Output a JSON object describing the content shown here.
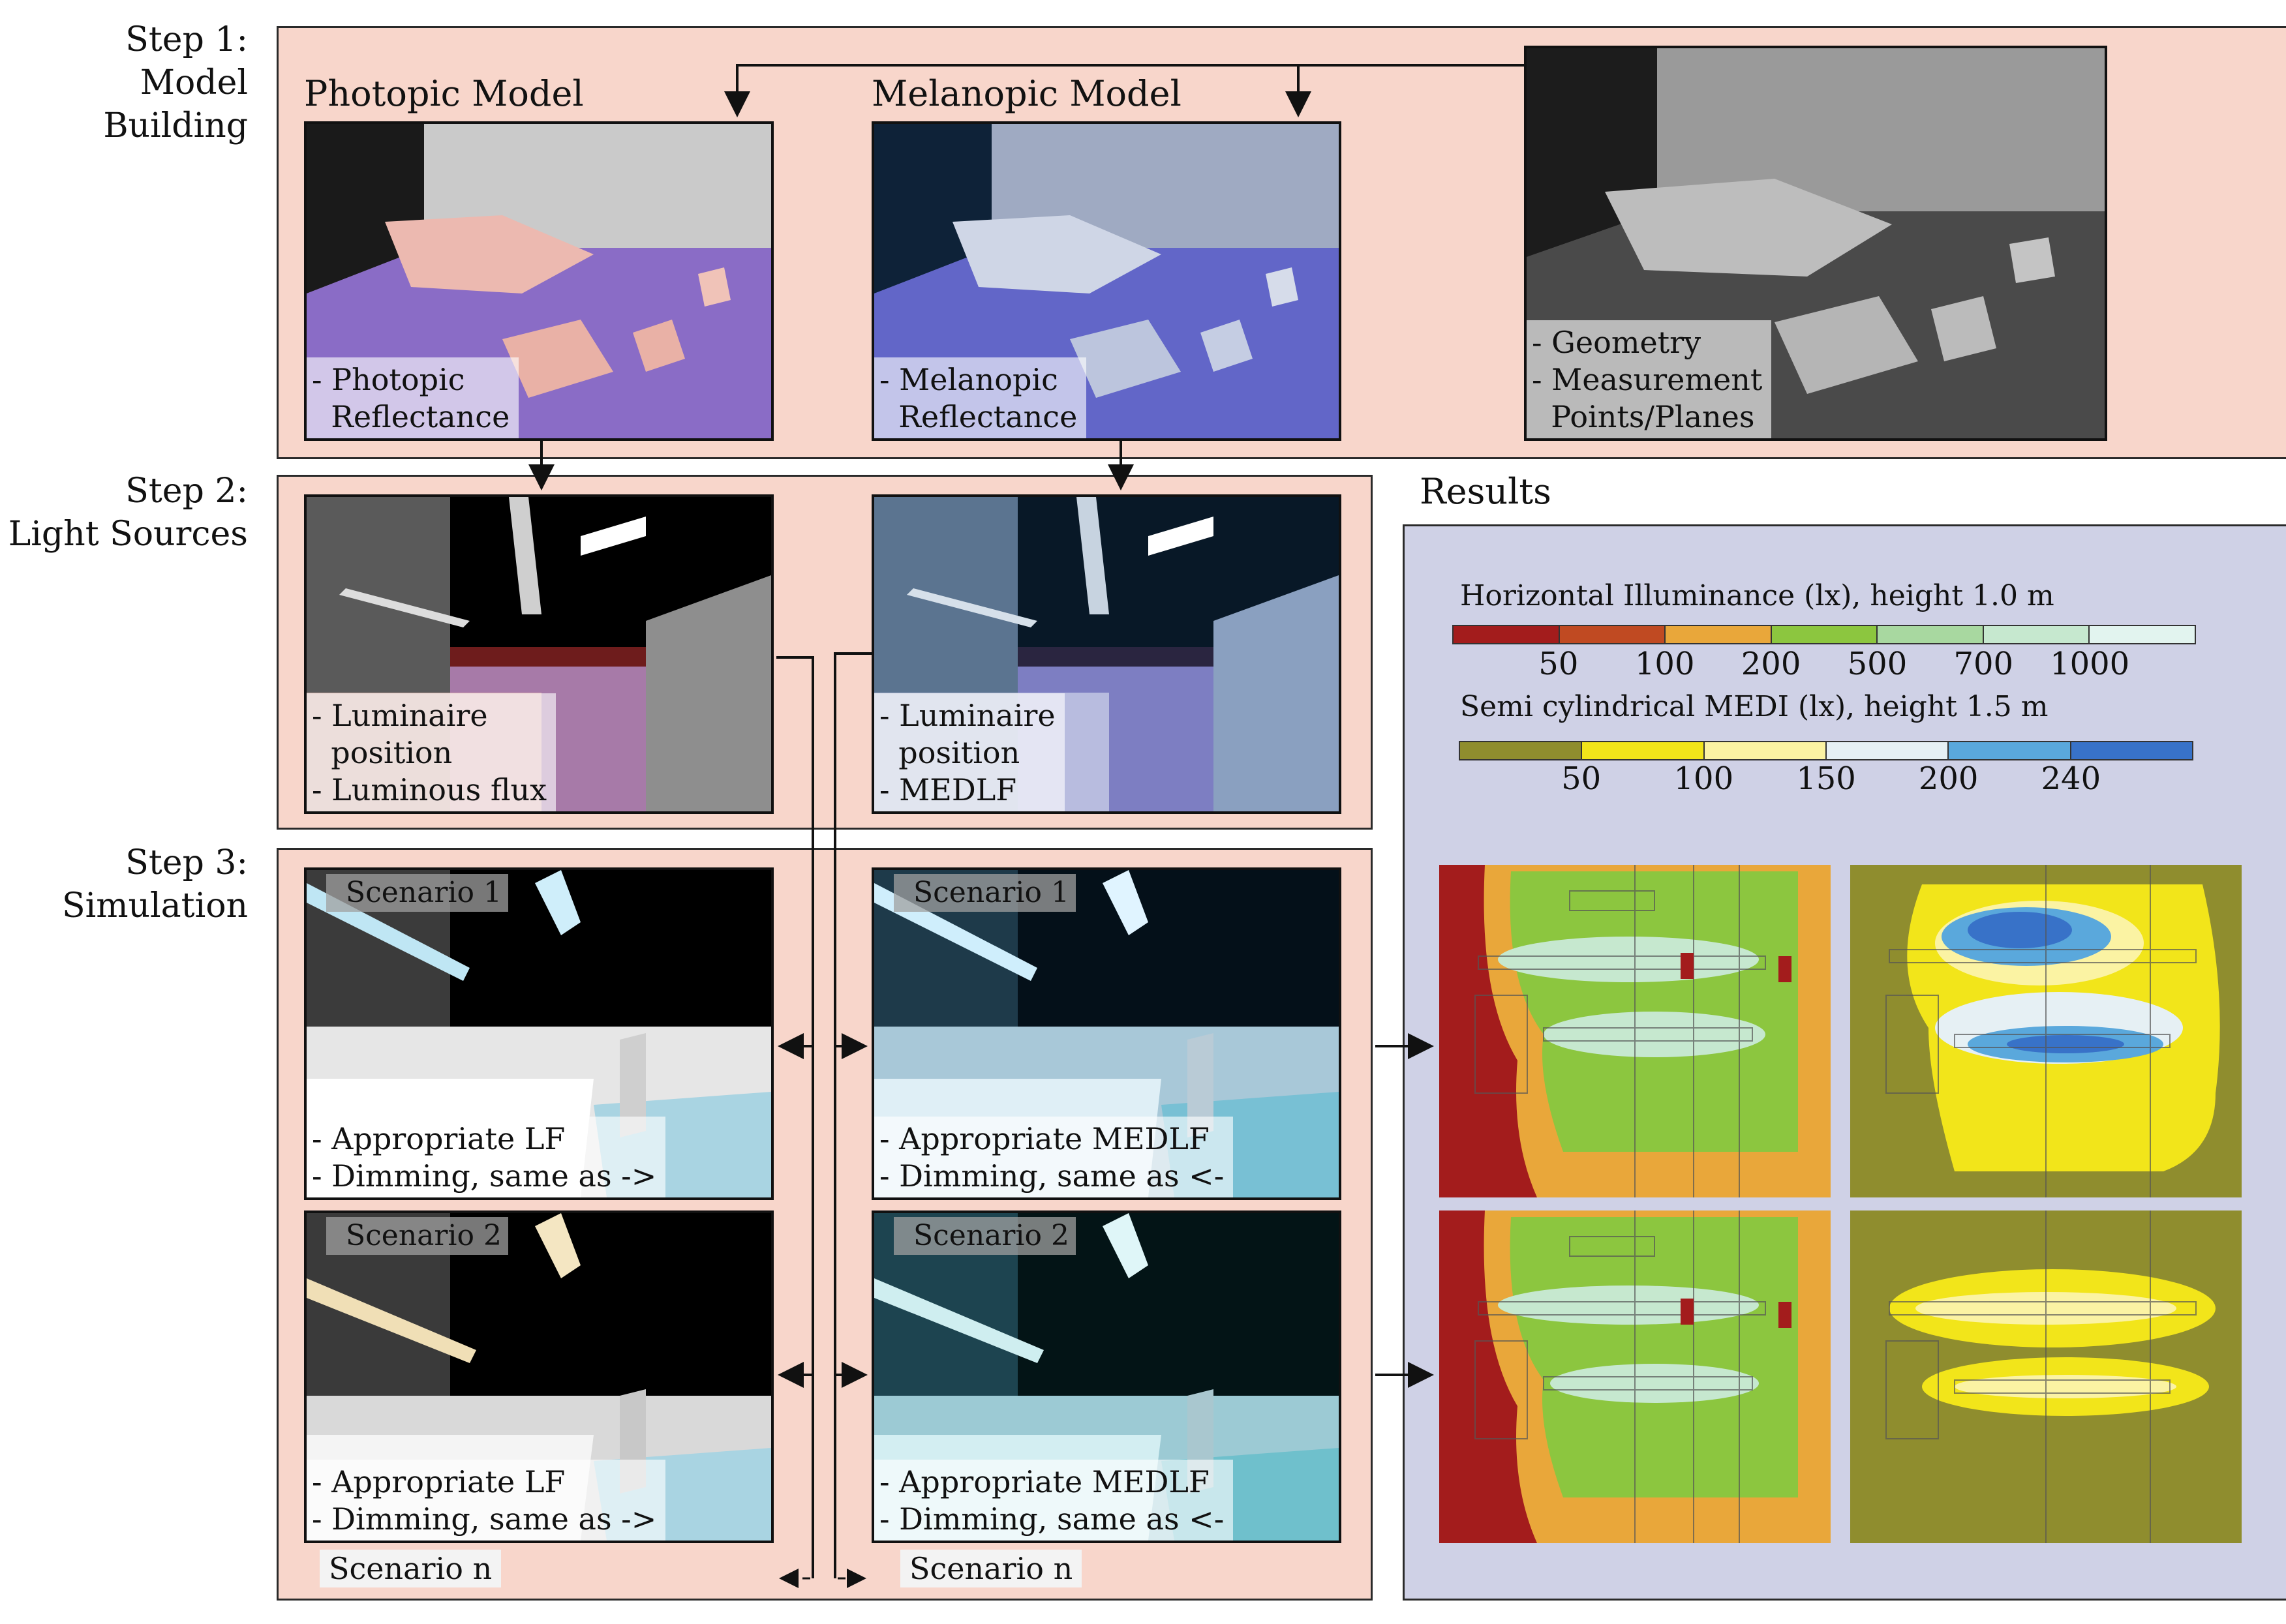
{
  "steps": [
    {
      "label": "Step 1:\nModel\nBuilding"
    },
    {
      "label": "Step 2:\nLight Sources"
    },
    {
      "label": "Step 3:\nSimulation"
    }
  ],
  "step1": {
    "photopic_title": "Photopic Model",
    "melanopic_title": "Melanopic Model",
    "photopic_note": "- Photopic\n  Reflectance",
    "melanopic_note": "- Melanopic\n  Reflectance",
    "geometry_note": "- Geometry\n- Measurement\n  Points/Planes"
  },
  "step2": {
    "photopic_note": "- Luminaire\n  position\n- Luminous flux",
    "melanopic_note": "- Luminaire\n  position\n- MEDLF"
  },
  "step3": {
    "scenario1": "Scenario 1",
    "scenario2": "Scenario 2",
    "scenario_n": "Scenario n",
    "photopic_note": "- Appropriate LF\n- Dimming, same as ->",
    "melanopic_note": "- Appropriate MEDLF\n- Dimming, same as <-"
  },
  "results": {
    "title": "Results",
    "legend1": {
      "title": "Horizontal Illuminance (lx), height 1.0 m",
      "colors": [
        "#a31c1c",
        "#c04a22",
        "#e9a73a",
        "#8cc63f",
        "#a8d8a0",
        "#c6e8cf",
        "#e2f4ef"
      ],
      "ticks": [
        "50",
        "100",
        "200",
        "500",
        "700",
        "1000"
      ]
    },
    "legend2": {
      "title": "Semi cylindrical MEDI (lx), height 1.5 m",
      "colors": [
        "#8f8d2e",
        "#f2e51a",
        "#fbf3a3",
        "#e6f0f4",
        "#5aa8dc",
        "#3872c8"
      ],
      "ticks": [
        "50",
        "100",
        "150",
        "200",
        "240"
      ]
    }
  }
}
